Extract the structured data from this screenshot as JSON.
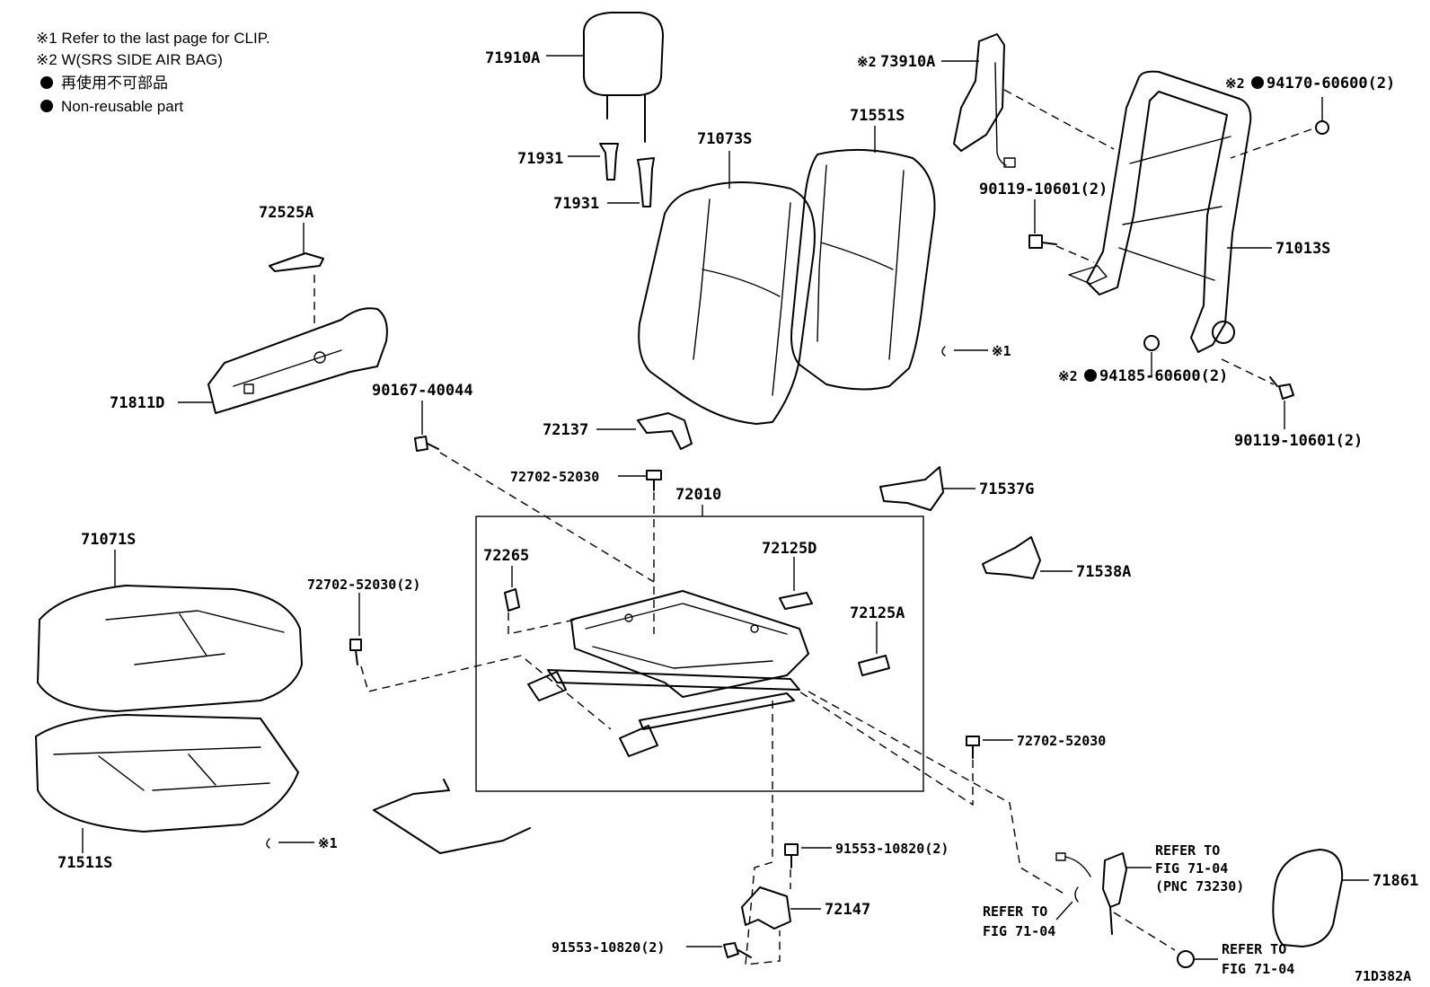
{
  "notes": {
    "clip_note": "※1 Refer to the last page for CLIP.",
    "airbag_note": "※2 W(SRS SIDE AIR BAG)",
    "nonreusable_jp": "再使用不可部品",
    "nonreusable_en": "Non-reusable part"
  },
  "labels": {
    "p71910A": "71910A",
    "p71931a": "71931",
    "p71931b": "71931",
    "p71073S": "71073S",
    "p71551S": "71551S",
    "p73910A_prefix": "※2",
    "p73910A": "73910A",
    "p94170_prefix": "※2",
    "p94170": "94170-60600(2)",
    "p90119a": "90119-10601(2)",
    "p71013S": "71013S",
    "p94185_prefix": "※2",
    "p94185": "94185-60600(2)",
    "p90119b": "90119-10601(2)",
    "clip1_top": "※1",
    "p72525A": "72525A",
    "p71811D": "71811D",
    "p90167": "90167-40044",
    "p72137": "72137",
    "p72702a": "72702-52030",
    "p72010": "72010",
    "p71537G": "71537G",
    "p71538A": "71538A",
    "p72265": "72265",
    "p72125D": "72125D",
    "p72125A": "72125A",
    "p71071S": "71071S",
    "p72702b": "72702-52030(2)",
    "p72702c": "72702-52030",
    "p71511S": "71511S",
    "clip1_bottom": "※1",
    "p91553a": "91553-10820(2)",
    "p72147": "72147",
    "p91553b": "91553-10820(2)",
    "refer_a_1": "REFER TO",
    "refer_a_2": "FIG 71-04",
    "refer_a_3": "(PNC 73230)",
    "refer_b_1": "REFER TO",
    "refer_b_2": "FIG 71-04",
    "refer_c_1": "REFER TO",
    "refer_c_2": "FIG 71-04",
    "p71861": "71861",
    "figure_code": "71D382A"
  }
}
